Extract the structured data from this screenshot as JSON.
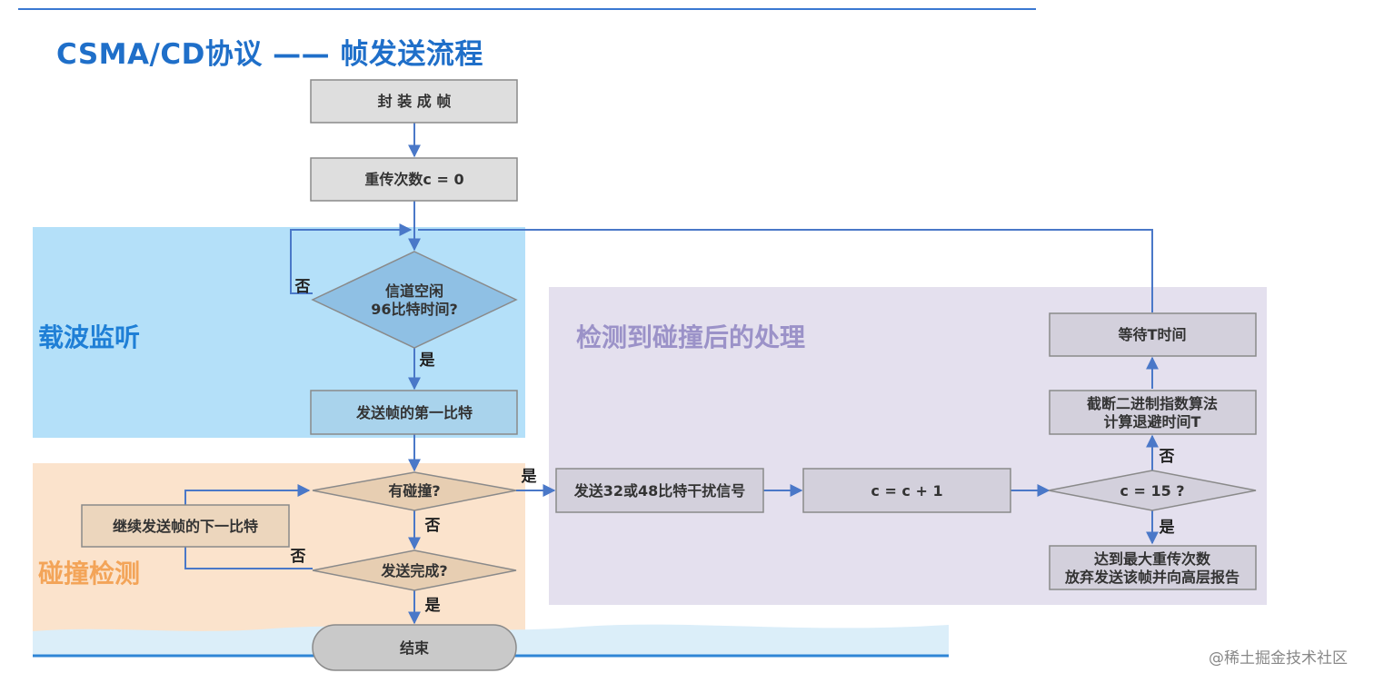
{
  "title": "CSMA/CD协议 —— 帧发送流程",
  "regions": {
    "carrier_sense": "载波监听",
    "collision_detect": "碰撞检测",
    "after_collision": "检测到碰撞后的处理"
  },
  "nodes": {
    "encapsulate": "封 装 成 帧",
    "init_counter": "重传次数c = 0",
    "channel_idle_l1": "信道空闲",
    "channel_idle_l2": "96比特时间?",
    "send_first_bit": "发送帧的第一比特",
    "collision_q": "有碰撞?",
    "continue_next_bit": "继续发送帧的下一比特",
    "send_done_q": "发送完成?",
    "end": "结束",
    "jam_signal": "发送32或48比特干扰信号",
    "increment": "c = c + 1",
    "c_eq_15": "c = 15 ?",
    "backoff_l1": "截断二进制指数算法",
    "backoff_l2": "计算退避时间T",
    "wait_t": "等待T时间",
    "give_up_l1": "达到最大重传次数",
    "give_up_l2": "放弃发送该帧并向高层报告"
  },
  "edge_labels": {
    "idle_no": "否",
    "idle_yes": "是",
    "collision_yes": "是",
    "collision_no": "否",
    "done_no": "否",
    "done_yes": "是",
    "c15_no": "否",
    "c15_yes": "是"
  },
  "watermark": "@稀土掘金技术社区",
  "colors": {
    "title": "#1f6fc9",
    "carrier_bg": "#b4e0f9",
    "collision_bg": "#fbe3cc",
    "after_bg": "#e4e0ee",
    "box_fill": "#dedede",
    "line": "#4a78c8"
  }
}
